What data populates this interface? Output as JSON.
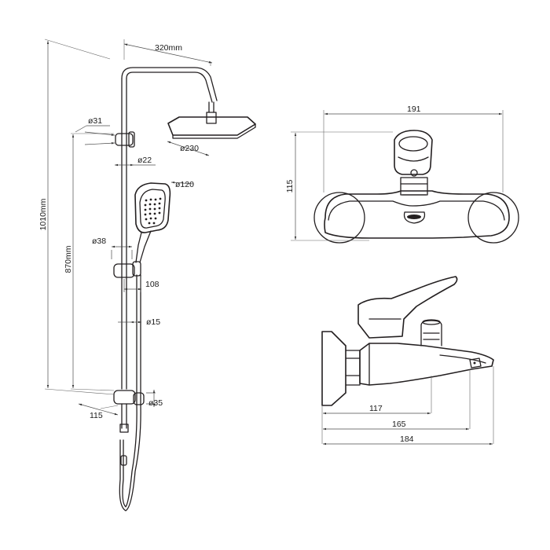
{
  "left_view": {
    "overall_height": "1010mm",
    "column_height": "870mm",
    "arm_length": "320mm",
    "overhead_diameter": "ø230",
    "top_bracket_diameter": "ø31",
    "pipe_diameter": "ø22",
    "handshower_diameter": "ø120",
    "slider_diameter": "ø38",
    "slider_offset": "108",
    "hose_diameter": "ø15",
    "bottom_bracket_offset": "115",
    "bottom_bracket_diameter": "ø35"
  },
  "front_view": {
    "width": "191",
    "height": "115"
  },
  "side_view": {
    "dim_lever": "117",
    "dim_spout": "165",
    "dim_total": "184"
  }
}
